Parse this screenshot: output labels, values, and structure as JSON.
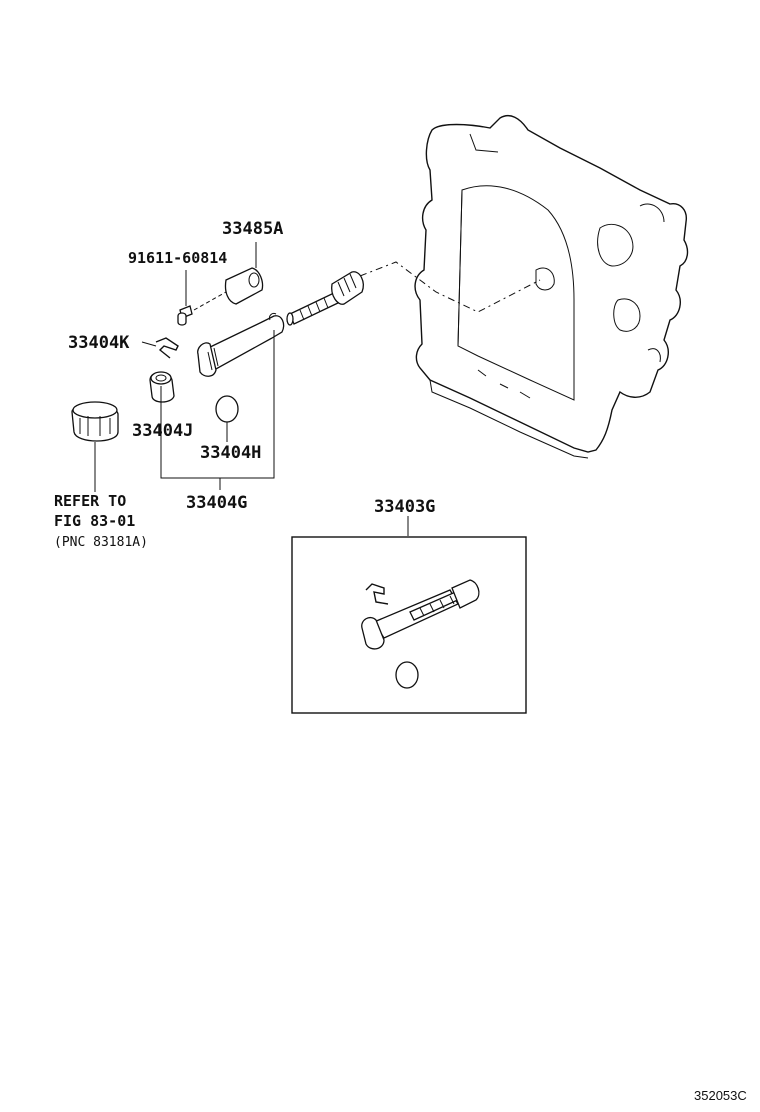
{
  "labels": {
    "p33485A": "33485A",
    "p91611": "91611-60814",
    "p33404K": "33404K",
    "p33404J": "33404J",
    "p33404H": "33404H",
    "p33404G": "33404G",
    "p33403G": "33403G",
    "refer_line1": "REFER TO",
    "refer_line2": "FIG 83-01",
    "refer_line3": "(PNC 83181A)",
    "diagram_code": "352053C"
  }
}
